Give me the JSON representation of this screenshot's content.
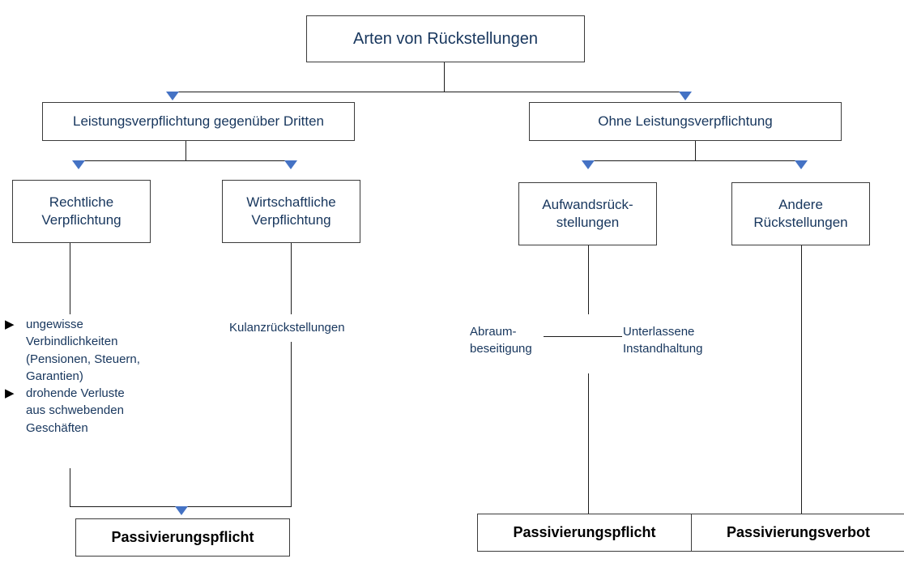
{
  "diagram": {
    "title_box": {
      "label": "Arten von Rückstellungen"
    },
    "level2": [
      {
        "label": "Leistungsverpflichtung gegenüber Dritten"
      },
      {
        "label": "Ohne Leistungsverpflichtung"
      }
    ],
    "level3": [
      {
        "label": "Rechtliche\nVerpflichtung"
      },
      {
        "label": "Wirtschaftliche\nVerpflichtung"
      },
      {
        "label": "Aufwandsrück-\nstellungen"
      },
      {
        "label": "Andere\nRückstellungen"
      }
    ],
    "annotations": {
      "bullets": [
        {
          "marker": "▶",
          "text": "ungewisse\nVerbindlichkeiten\n(Pensionen, Steuern,\nGarantien)"
        },
        {
          "marker": "▶",
          "text": "drohende Verluste\naus schwebenden\nGeschäften"
        }
      ],
      "kulanz": "Kulanzrückstellungen",
      "abraum": "Abraum-\nbeseitigung",
      "unterlassene": "Unterlassene\nInstandhaltung"
    },
    "outcomes": [
      {
        "label": "Passivierungspflicht"
      },
      {
        "label": "Passivierungspflicht"
      },
      {
        "label": "Passivierungsverbot"
      }
    ],
    "colors": {
      "arrow": "#4472C4",
      "box_border": "#3B3B3B",
      "box_text": "#17365D",
      "line": "#1C1C1C",
      "background": "#FFFFFF"
    }
  }
}
